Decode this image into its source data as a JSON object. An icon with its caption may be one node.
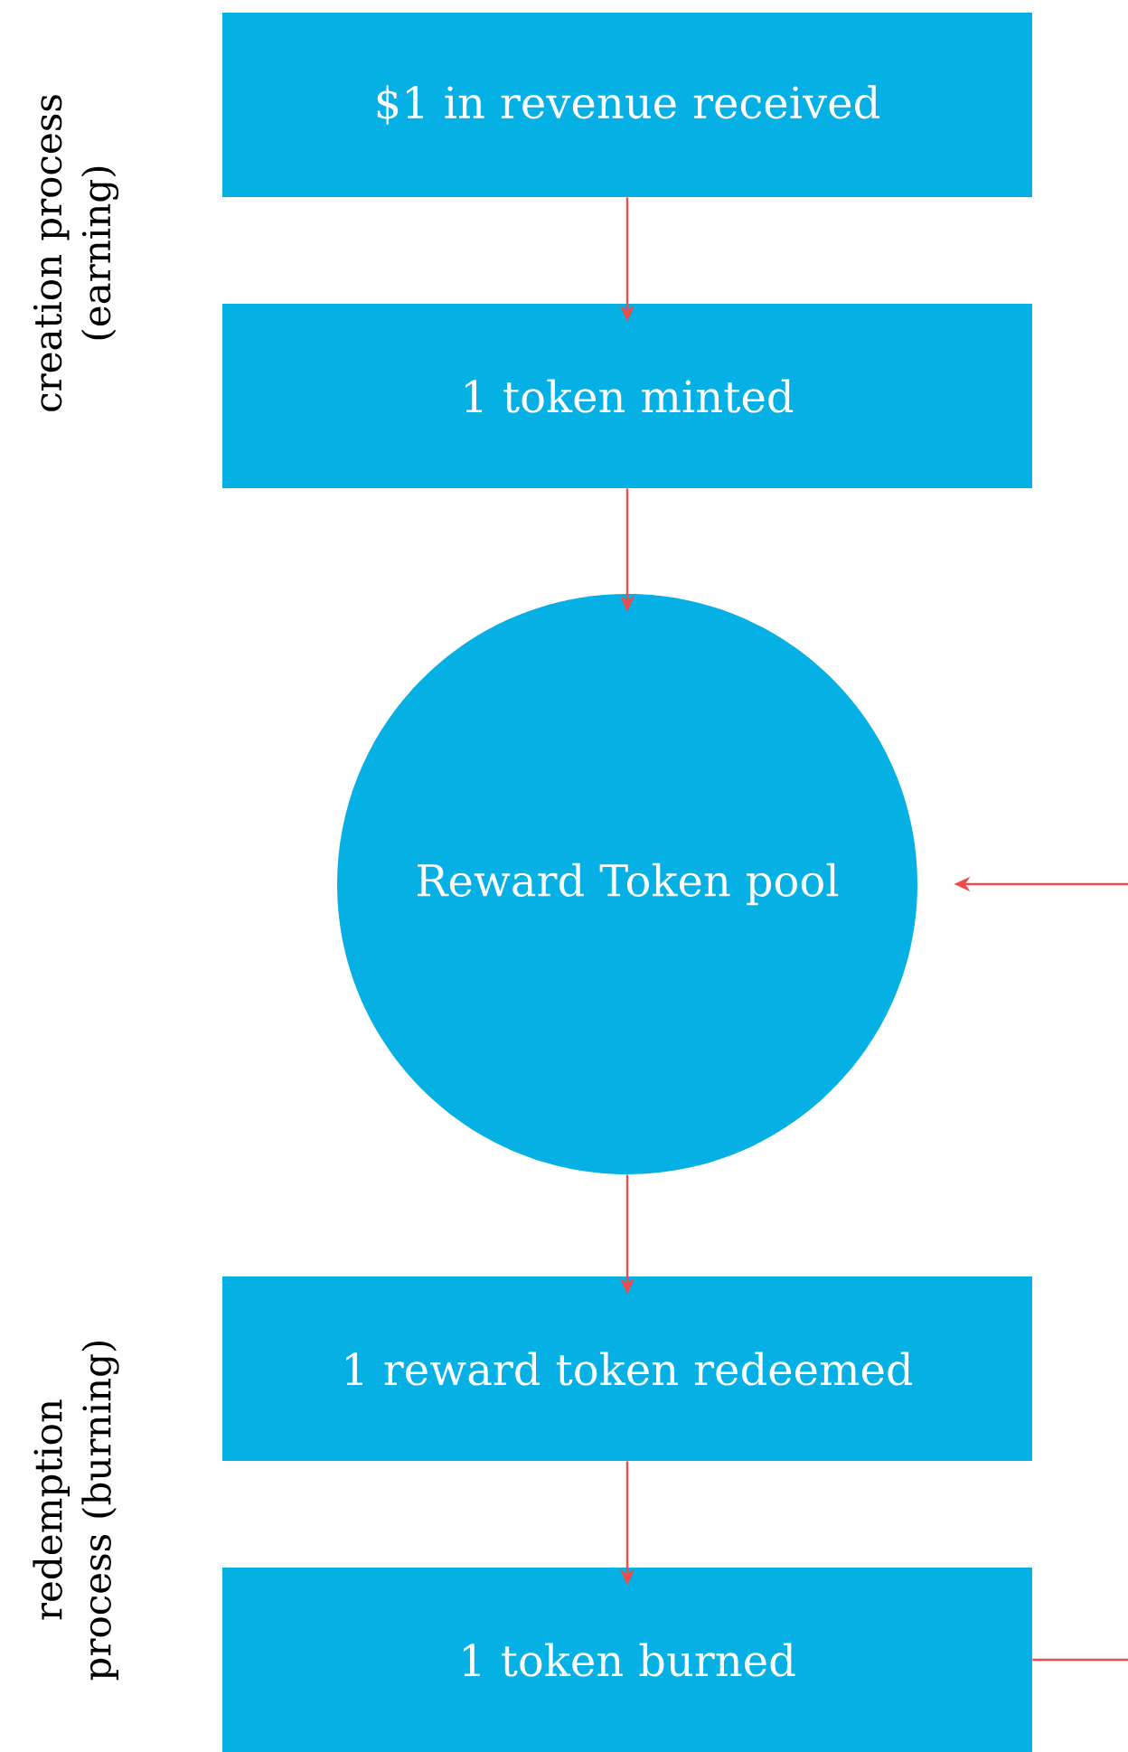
{
  "diagram": {
    "nodes": [
      {
        "text": [
          "$1 in revenue received"
        ]
      },
      {
        "text": [
          "1 token minted"
        ]
      },
      {
        "text": [
          "Reward Token pool"
        ]
      },
      {
        "text": [
          "1 reward token redeemed"
        ]
      },
      {
        "text": [
          "1 token burned"
        ]
      }
    ],
    "edges": [
      {
        "from": 0,
        "to": 1,
        "arrow": "to"
      },
      {
        "from": 1,
        "to": 2,
        "arrow": "to"
      },
      {
        "from": null,
        "to": 2,
        "arrow": "to"
      },
      {
        "from": 2,
        "to": 3,
        "arrow": "to"
      },
      {
        "from": 3,
        "to": 4,
        "arrow": "to"
      },
      {
        "from": 4,
        "to": null,
        "arrow": "none"
      }
    ],
    "labels": [
      "creation process (earning)",
      "redemption process (burning)"
    ]
  }
}
